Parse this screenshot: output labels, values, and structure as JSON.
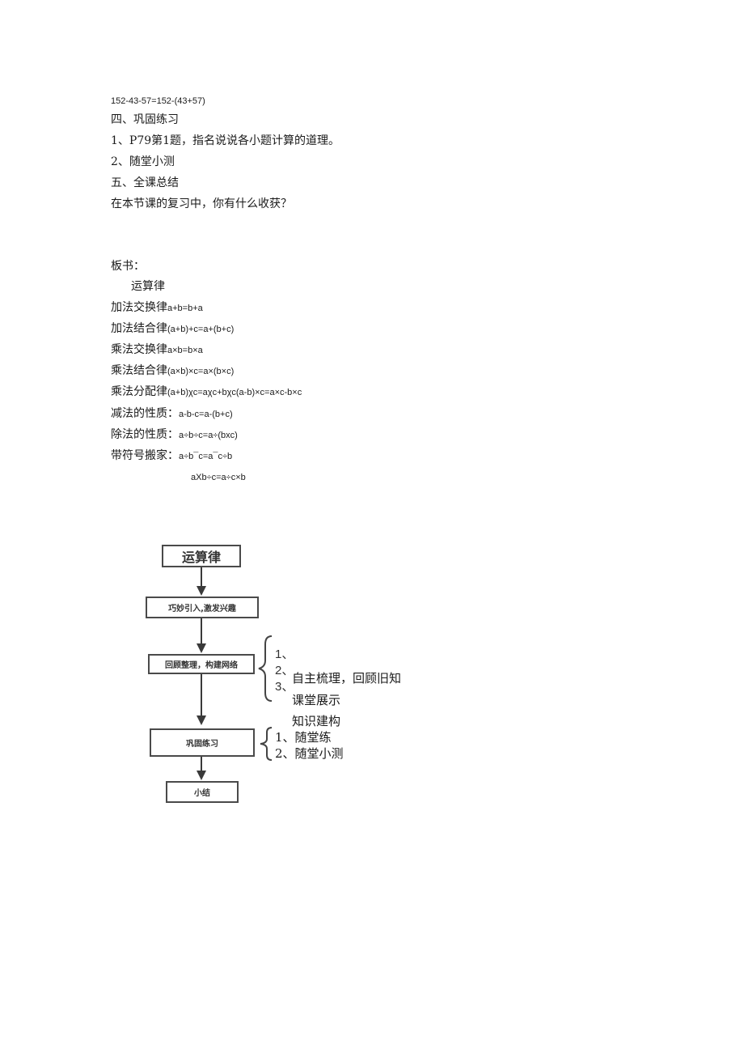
{
  "lesson": {
    "equation": "152-43-57=152-(43+57)",
    "section4_title": "四、巩固练习",
    "section4_items": [
      "1、P79第1题，指名说说各小题计算的道理。",
      "2、随堂小测"
    ],
    "section5_title": "五、全课总结",
    "section5_text": "在本节课的复习中，你有什么收获？"
  },
  "board": {
    "label": "板书：",
    "title": "运算律",
    "laws": [
      {
        "name": "加法交换律",
        "formula": "a+b=b+a"
      },
      {
        "name": "加法结合律",
        "formula": "(a+b)+c=a+(b+c)"
      },
      {
        "name": "乘法交换律",
        "formula": "a×b=b×a"
      },
      {
        "name": "乘法结合律",
        "formula": "(a×b)×c=a×(b×c)"
      },
      {
        "name": "乘法分配律",
        "formula": "(a+b)χc=aχc+bχc(a-b)×c=a×c-b×c"
      },
      {
        "name": "减法的性质：",
        "formula": "a-b-c=a-(b+c)"
      },
      {
        "name": "除法的性质：",
        "formula": "a÷b÷c=a÷(bxc)"
      },
      {
        "name": "带符号搬家：",
        "formula": "a÷b¯c=a¯c÷b"
      }
    ],
    "extra_formula": "aXb÷c=a÷c×b"
  },
  "flowchart": {
    "nodes": [
      "运算律",
      "巧妙引入,激发兴趣",
      "回顾整理，构建网络",
      "巩固练习",
      "小结"
    ],
    "review_nums": [
      "1、",
      "2、",
      "3、"
    ],
    "review_items": [
      "自主梳理，回顾旧知",
      "课堂展示",
      "知识建构"
    ],
    "practice_items": [
      "1、随堂练",
      "2、随堂小测"
    ]
  }
}
